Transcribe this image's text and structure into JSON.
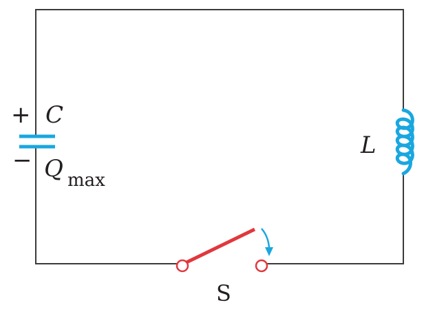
{
  "labels": {
    "capacitor_plus": "+",
    "capacitor_minus": "−",
    "capacitor": "C",
    "charge_symbol": "Q",
    "charge_subscript": "max",
    "inductor": "L",
    "switch": "S"
  },
  "colors": {
    "wire": "#3a3a3a",
    "component": "#1aa7df",
    "switch": "#e0383e",
    "text": "#231f20"
  }
}
